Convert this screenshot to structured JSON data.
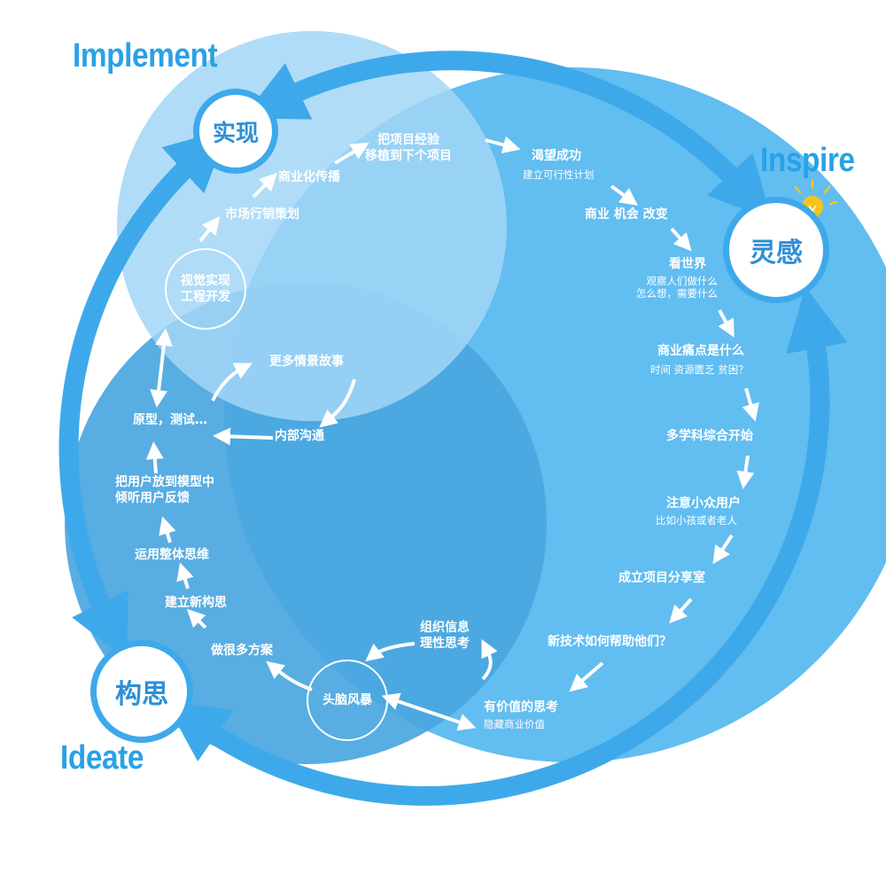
{
  "phases": {
    "implement": {
      "en": "Implement",
      "zh": "实现"
    },
    "inspire": {
      "en": "Inspire",
      "zh": "灵感"
    },
    "ideate": {
      "en": "Ideate",
      "zh": "构思"
    }
  },
  "inspire_steps": {
    "transfer": [
      "把项目经验",
      "移植到下个项目"
    ],
    "eager_success": "渴望成功",
    "feasible_plan": "建立可行性计划",
    "business_change": "商业 机会 改变",
    "see_world": "看世界",
    "observe": [
      "观察人们做什么",
      "怎么想，需要什么"
    ],
    "pain_point": "商业痛点是什么",
    "pain_detail": "时间 资源匮乏 贫困？",
    "multidisciplinary": "多学科综合开始",
    "minority_users": "注意小众用户",
    "minority_detail": "比如小孩或者老人",
    "project_room": "成立项目分享室",
    "new_tech": "新技术如何帮助他们？",
    "valuable_thinking": "有价值的思考",
    "hidden_value": "隐藏商业价值"
  },
  "ideate_steps": {
    "brainstorm": "头脑风暴",
    "organize": [
      "组织信息",
      "理性思考"
    ],
    "many_options": "做很多方案",
    "new_concept": "建立新构思",
    "holistic": "运用整体思维",
    "user_model": [
      "把用户放到模型中",
      "倾听用户反馈"
    ],
    "prototype": "原型，测试…",
    "internal": "内部沟通",
    "more_stories": "更多情景故事"
  },
  "implement_steps": {
    "visual_eng": [
      "视觉实现",
      "工程开发"
    ],
    "marketing": "市场行销策划",
    "commercial": "商业化传播"
  },
  "colors": {
    "inspire_circle": "#62bdf0",
    "ideate_circle": "#4aa6e0",
    "implement_circle": "#a2d6f6",
    "outer_ring": "#3ea9ea",
    "phase_text": "#29a1e6",
    "bulb": "#f6c51a"
  },
  "icons": [
    "lightbulb-icon",
    "arrow-icon"
  ]
}
